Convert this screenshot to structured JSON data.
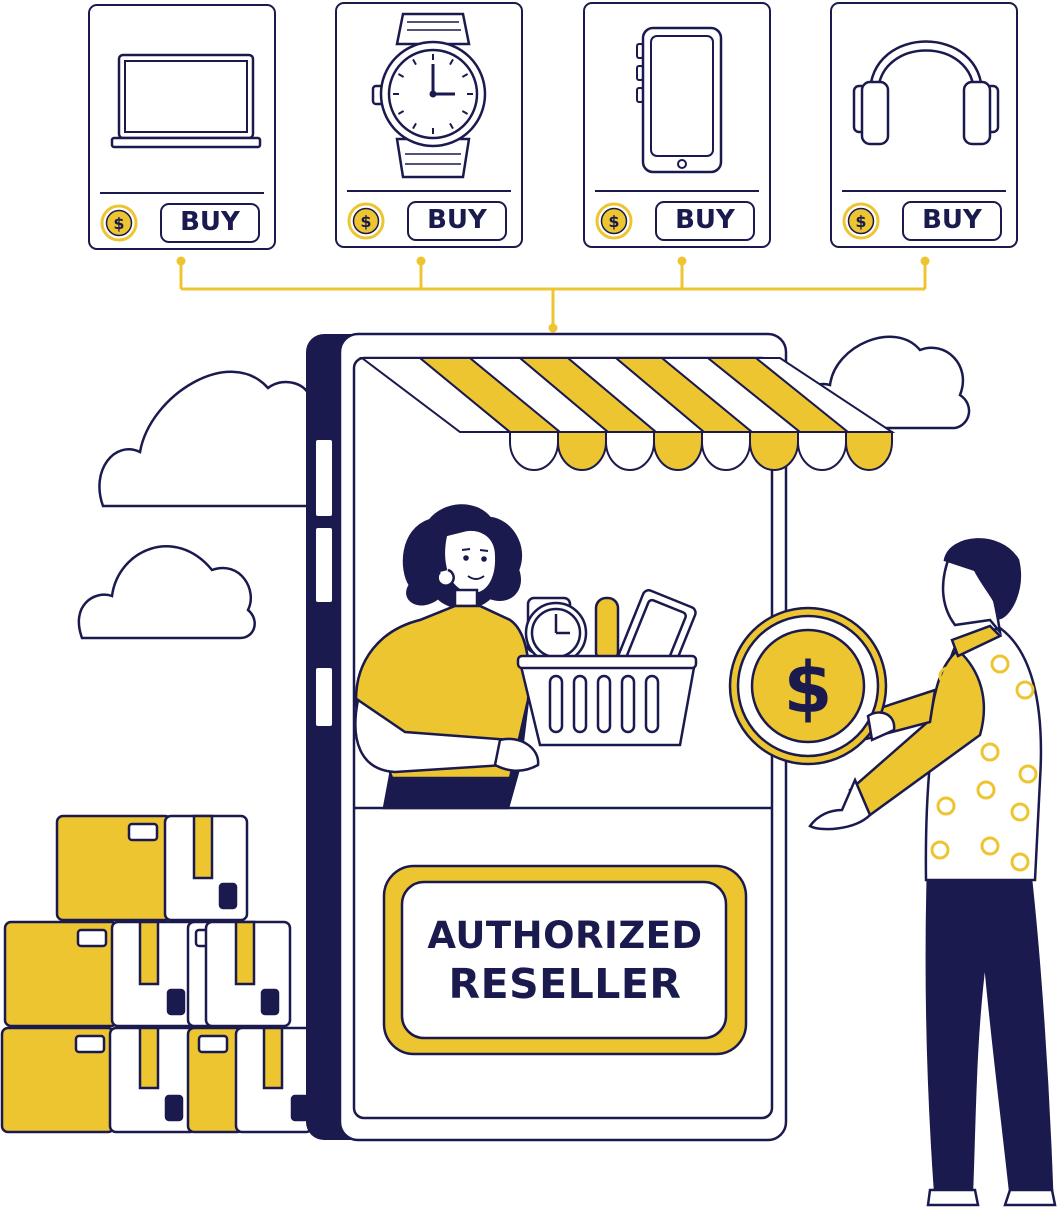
{
  "products": [
    {
      "icon": "laptop-icon",
      "buy_label": "BUY",
      "price_symbol": "$"
    },
    {
      "icon": "wristwatch-icon",
      "buy_label": "BUY",
      "price_symbol": "$"
    },
    {
      "icon": "smartphone-icon",
      "buy_label": "BUY",
      "price_symbol": "$"
    },
    {
      "icon": "headphones-icon",
      "buy_label": "BUY",
      "price_symbol": "$"
    }
  ],
  "shop": {
    "sign_line1": "AUTHORIZED",
    "sign_line2": "RESELLER"
  },
  "customer": {
    "coin_symbol": "$"
  },
  "colors": {
    "navy": "#1a1a4e",
    "yellow": "#edc531",
    "white": "#ffffff"
  }
}
